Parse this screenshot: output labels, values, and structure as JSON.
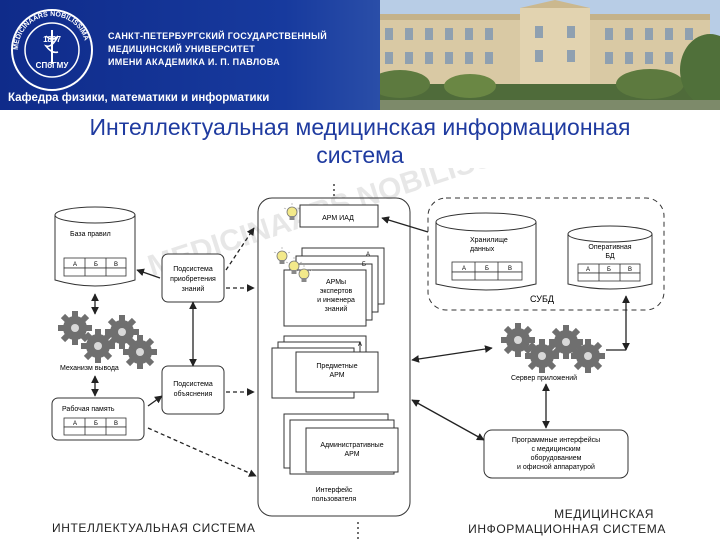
{
  "header": {
    "university_lines": [
      "САНКТ-ПЕТЕРБУРГСКИЙ ГОСУДАРСТВЕННЫЙ",
      "МЕДИЦИНСКИЙ УНИВЕРСИТЕТ",
      "ИМЕНИ АКАДЕМИКА И. П. ПАВЛОВА"
    ],
    "department": "Кафедра физики, математики и информатики",
    "logo": {
      "motto": "MEDICINAARS NOBILISSIMA",
      "year": "1897",
      "abbr": "СПбГМУ"
    }
  },
  "slide": {
    "title_line1": "Интеллектуальная медицинская информационная",
    "title_line2": "система"
  },
  "diagram": {
    "knowledge_base": "База правил",
    "table_headers": [
      "А",
      "Б",
      "В"
    ],
    "acquisition_subsystem": [
      "Подсистема",
      "приобретения",
      "знаний"
    ],
    "inference_engine": "Механизм вывода",
    "working_memory": "Рабочая память",
    "explanation_subsystem": [
      "Подсистема",
      "объяснения"
    ],
    "arm_iad": "АРМ ИАД",
    "expert_arms": [
      "АРМы",
      "экспертов",
      "и инженера",
      "знаний"
    ],
    "subject_arm": [
      "Предметные",
      "АРМ"
    ],
    "admin_arm": [
      "Административные",
      "АРМ"
    ],
    "user_interface": [
      "Интерфейс",
      "пользователя"
    ],
    "data_storage": [
      "Хранилище",
      "данных"
    ],
    "operational_db": [
      "Оперативная",
      "БД"
    ],
    "dbms": "СУБД",
    "app_server": "Сервер приложений",
    "program_interfaces": [
      "Программные интерфейсы",
      "с медицинским",
      "оборудованием",
      "и офисной аппаратурой"
    ],
    "bottom_left": "ИНТЕЛЛЕКТУАЛЬНАЯ СИСТЕМА",
    "bottom_right": [
      "МЕДИЦИНСКАЯ",
      "ИНФОРМАЦИОННАЯ СИСТЕМА"
    ]
  }
}
